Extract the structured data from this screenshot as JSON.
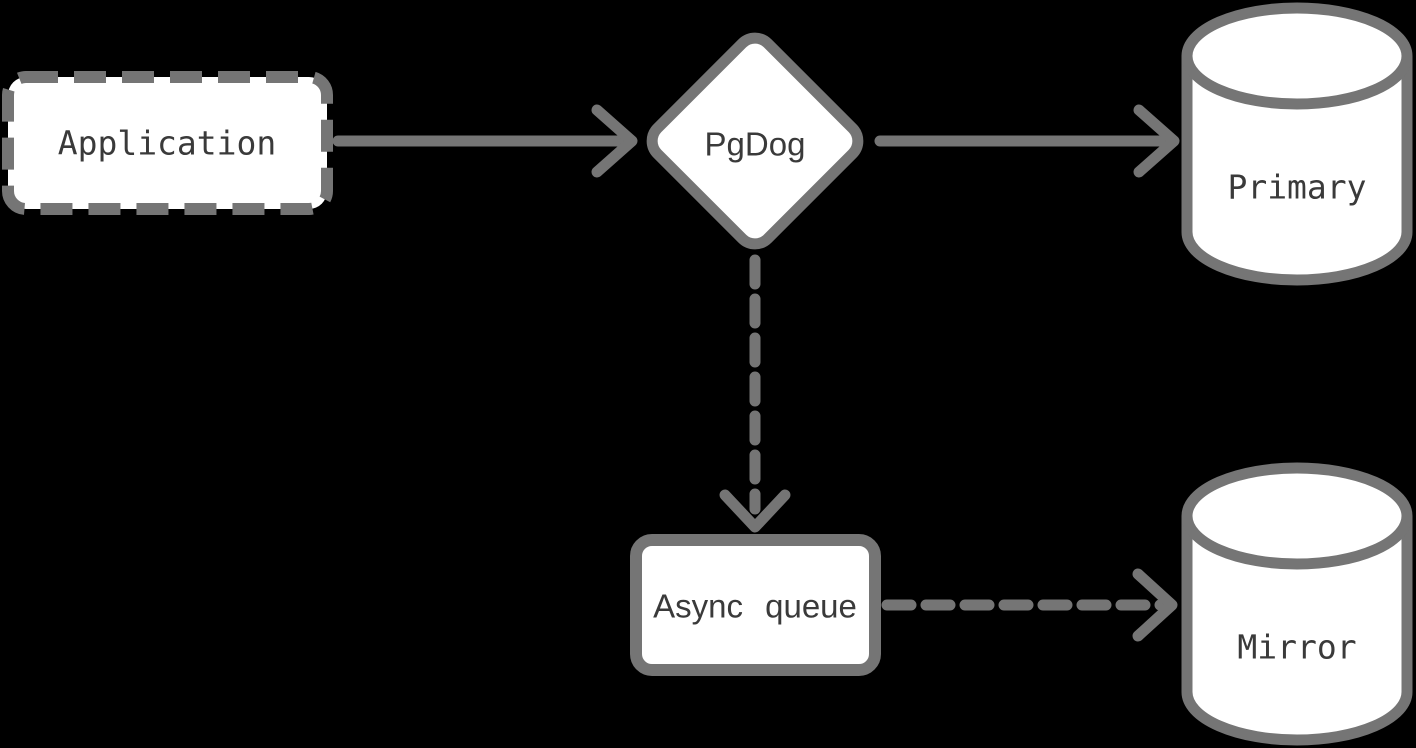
{
  "colors": {
    "background": "#000000",
    "node-fill": "#ffffff",
    "stroke": "#757575",
    "text": "#3a3a3a"
  },
  "nodes": {
    "application": {
      "label": "Application",
      "shape": "dashed-rounded-rectangle"
    },
    "pgdog": {
      "label": "PgDog",
      "shape": "diamond"
    },
    "primary": {
      "label": "Primary",
      "shape": "database-cylinder"
    },
    "async_queue": {
      "label": "Async queue",
      "shape": "rounded-rectangle"
    },
    "mirror": {
      "label": "Mirror",
      "shape": "database-cylinder"
    }
  },
  "edges": [
    {
      "from": "application",
      "to": "pgdog",
      "style": "solid"
    },
    {
      "from": "pgdog",
      "to": "primary",
      "style": "solid"
    },
    {
      "from": "pgdog",
      "to": "async_queue",
      "style": "dashed"
    },
    {
      "from": "async_queue",
      "to": "mirror",
      "style": "dashed"
    }
  ]
}
